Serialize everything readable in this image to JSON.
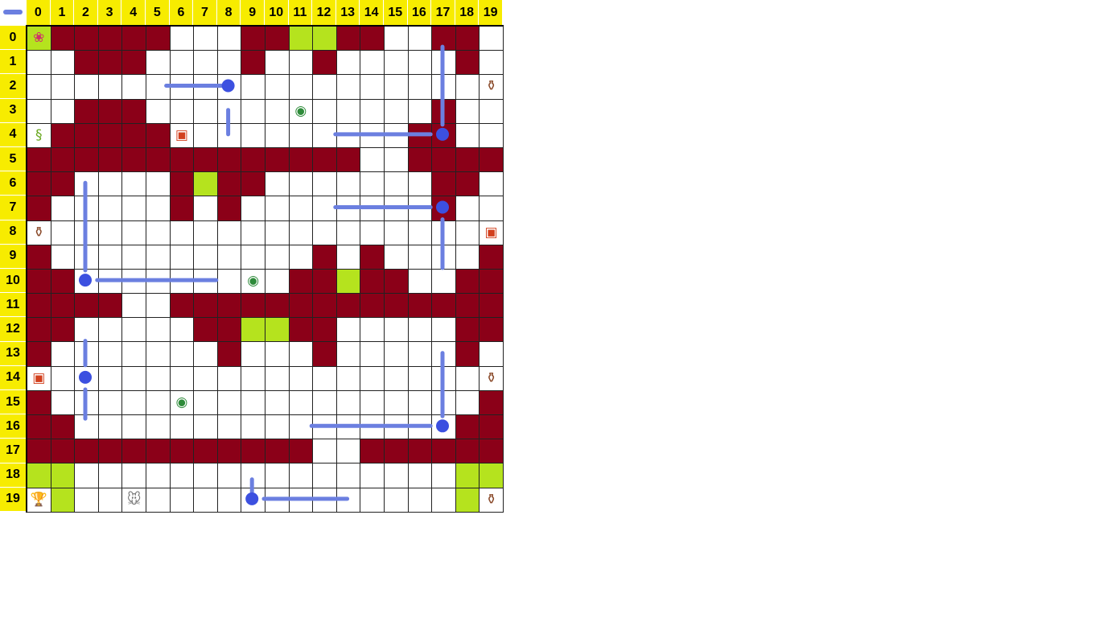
{
  "columns": [
    "0",
    "1",
    "2",
    "3",
    "4",
    "5",
    "6",
    "7",
    "8",
    "9",
    "10",
    "11",
    "12",
    "13",
    "14",
    "15",
    "16",
    "17",
    "18",
    "19"
  ],
  "rows": [
    "0",
    "1",
    "2",
    "3",
    "4",
    "5",
    "6",
    "7",
    "8",
    "9",
    "10",
    "11",
    "12",
    "13",
    "14",
    "15",
    "16",
    "17",
    "18",
    "19"
  ],
  "colors": {
    "wall": "#8b0018",
    "grass": "#b5e31e",
    "empty": "#ffffff",
    "header": "#f7ec00",
    "bar": "#6b7fe0",
    "node": "#3c50e0"
  },
  "grid": [
    "GWWWWW...WWGGWW..WW",
    "..WWW....W..W.....W",
    "..................T",
    "..WWW............W",
    ".WWWWW..........WW",
    "WWWWWWWWWWWWWW..WWWW",
    "WW....WGWW.......WW",
    "W.....W.W........W",
    "....................",
    "W...........W.W....W",
    "WW.........WWGWW..WW",
    "WWWW..WWWWWWWWWWWWWW",
    "WW.....WWGGWW.....WW",
    "W.......W...W.....W",
    "....................",
    "W..................W",
    "WW................WW",
    "WWWWWWWWWWWW..WWWWWW",
    "GG................GG",
    ".G................G."
  ],
  "items": [
    {
      "r": 0,
      "c": 0,
      "icon": "pink-creature-icon",
      "glyph": "❀",
      "color": "#d0306a"
    },
    {
      "r": 2,
      "c": 19,
      "icon": "vase-icon",
      "glyph": "⚱",
      "color": "#8a4a2a"
    },
    {
      "r": 3,
      "c": 11,
      "icon": "green-orb-icon",
      "glyph": "◉",
      "color": "#2e8b3a"
    },
    {
      "r": 4,
      "c": 0,
      "icon": "green-snake-icon",
      "glyph": "§",
      "color": "#6aa820"
    },
    {
      "r": 4,
      "c": 6,
      "icon": "treasure-chest-icon",
      "glyph": "▣",
      "color": "#d2401e"
    },
    {
      "r": 8,
      "c": 0,
      "icon": "vase-icon",
      "glyph": "⚱",
      "color": "#8a4a2a"
    },
    {
      "r": 8,
      "c": 19,
      "icon": "treasure-chest-icon",
      "glyph": "▣",
      "color": "#d2401e"
    },
    {
      "r": 10,
      "c": 9,
      "icon": "green-orb-icon",
      "glyph": "◉",
      "color": "#2e8b3a"
    },
    {
      "r": 14,
      "c": 0,
      "icon": "treasure-chest-icon",
      "glyph": "▣",
      "color": "#d2401e"
    },
    {
      "r": 14,
      "c": 19,
      "icon": "vase-icon",
      "glyph": "⚱",
      "color": "#8a4a2a"
    },
    {
      "r": 15,
      "c": 6,
      "icon": "green-orb-icon",
      "glyph": "◉",
      "color": "#2e8b3a"
    },
    {
      "r": 19,
      "c": 0,
      "icon": "trophy-icon",
      "glyph": "🏆",
      "color": "#e0b000"
    },
    {
      "r": 19,
      "c": 4,
      "icon": "mouse-icon",
      "glyph": "🐭",
      "color": "#777777"
    },
    {
      "r": 19,
      "c": 19,
      "icon": "vase-icon",
      "glyph": "⚱",
      "color": "#8a4a2a"
    }
  ],
  "paths": [
    {
      "node": [
        2,
        8
      ],
      "segments": [
        [
          [
            2,
            5.4
          ],
          [
            2,
            7.9
          ]
        ],
        [
          [
            3,
            8
          ],
          [
            4,
            8
          ]
        ]
      ]
    },
    {
      "node": [
        4,
        17
      ],
      "segments": [
        [
          [
            0.4,
            17
          ],
          [
            3.6,
            17
          ]
        ],
        [
          [
            4,
            12.5
          ],
          [
            4,
            16.5
          ]
        ]
      ]
    },
    {
      "node": [
        7,
        17
      ],
      "segments": [
        [
          [
            7,
            12.5
          ],
          [
            7,
            16.5
          ]
        ],
        [
          [
            7.5,
            17
          ],
          [
            9.5,
            17
          ]
        ]
      ]
    },
    {
      "node": [
        10,
        2
      ],
      "segments": [
        [
          [
            6,
            2
          ],
          [
            9.6,
            2
          ]
        ],
        [
          [
            10,
            2.5
          ],
          [
            10,
            7.5
          ]
        ]
      ]
    },
    {
      "node": [
        14,
        2
      ],
      "segments": [
        [
          [
            12.5,
            2
          ],
          [
            13.5,
            2
          ]
        ],
        [
          [
            14.5,
            2
          ],
          [
            15.7,
            2
          ]
        ]
      ]
    },
    {
      "node": [
        16,
        17
      ],
      "segments": [
        [
          [
            13,
            17
          ],
          [
            15.6,
            17
          ]
        ],
        [
          [
            16,
            11.5
          ],
          [
            16,
            16.5
          ]
        ]
      ]
    },
    {
      "node": [
        19,
        9
      ],
      "segments": [
        [
          [
            18.2,
            9
          ],
          [
            18.7,
            9
          ]
        ],
        [
          [
            19,
            9.5
          ],
          [
            19,
            13
          ]
        ]
      ]
    }
  ]
}
